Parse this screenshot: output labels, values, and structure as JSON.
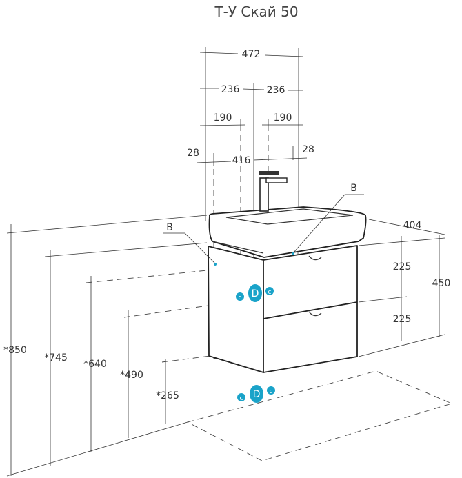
{
  "title": "Т-У Скай 50",
  "dimensions": {
    "width_total": "472",
    "half_left": "236",
    "half_right": "236",
    "offset_left": "190",
    "offset_right": "190",
    "edge_left": "28",
    "inner": "416",
    "edge_right": "28",
    "depth": "404",
    "drawer_top": "225",
    "drawer_bottom": "225",
    "cabinet_height": "450",
    "h850": "*850",
    "h745": "*745",
    "h640": "*640",
    "h490": "*490",
    "h265": "*265"
  },
  "labels": {
    "b_left": "B",
    "b_right": "B",
    "d_upper": "D",
    "c_upper_left": "c",
    "c_upper_right": "c",
    "d_lower": "D",
    "c_lower_left": "c",
    "c_lower_right": "c"
  },
  "colors": {
    "accent": "#1aa3c9"
  }
}
